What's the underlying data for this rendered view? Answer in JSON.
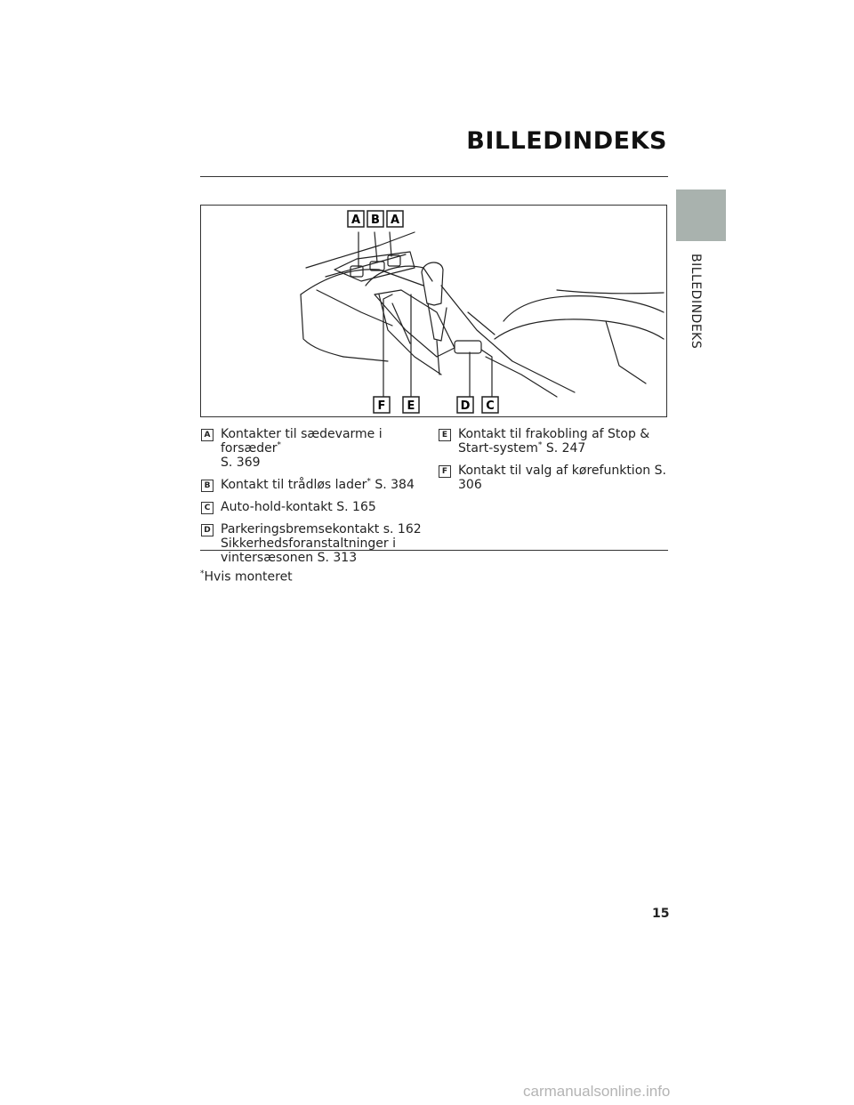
{
  "header": {
    "title": "BILLEDINDEKS"
  },
  "side_tab": {
    "label": "BILLEDINDEKS",
    "color": "#a9b2ae"
  },
  "figure": {
    "callouts_top": [
      "A",
      "B",
      "A"
    ],
    "callouts_bottom": [
      "F",
      "E",
      "D",
      "C"
    ]
  },
  "items": {
    "A": {
      "badge": "A",
      "text": "Kontakter til sædevarme i forsæder",
      "mark": "*",
      "ref": "S. 369"
    },
    "B": {
      "badge": "B",
      "text": "Kontakt til trådløs lader",
      "mark": "*",
      "ref": " S. 384"
    },
    "C": {
      "badge": "C",
      "text": "Auto-hold-kontakt S. 165"
    },
    "D": {
      "badge": "D",
      "line1": "Parkeringsbremsekontakt s. 162",
      "line2": "Sikkerhedsforanstaltninger i",
      "line3": "vintersæsonen S. 313"
    },
    "E": {
      "badge": "E",
      "line1": "Kontakt til frakobling af Stop &",
      "line2": "Start-system",
      "mark": "*",
      "ref": " S. 247"
    },
    "F": {
      "badge": "F",
      "text": "Kontakt til valg af kørefunktion S. 306"
    }
  },
  "footnote": {
    "mark": "*",
    "text": "Hvis monteret"
  },
  "page_number": "15",
  "watermark": "carmanualsonline.info"
}
